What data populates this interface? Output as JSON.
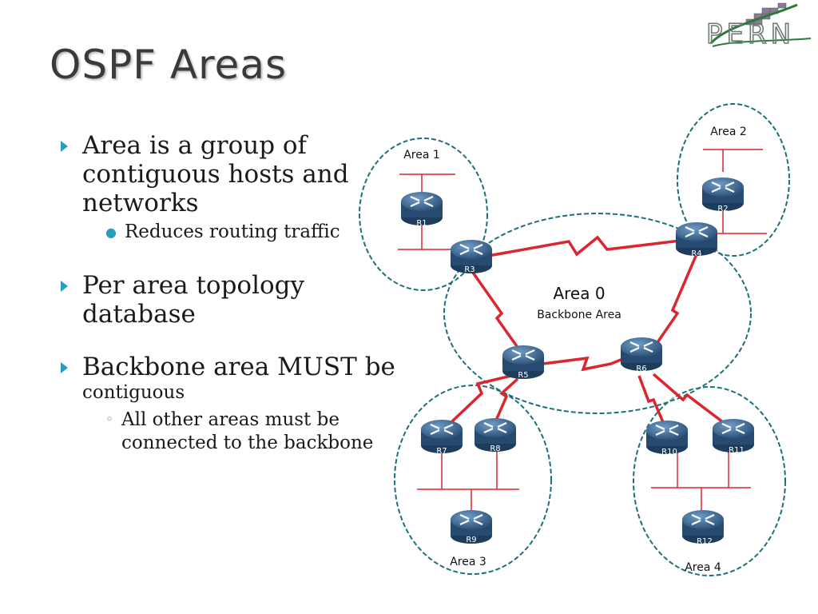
{
  "title": "OSPF Areas",
  "logo": {
    "text": "PERN"
  },
  "bullets": [
    {
      "text": "Area is a group of contiguous hosts and networks",
      "sub": [
        {
          "text": "Reduces routing traffic"
        }
      ]
    },
    {
      "text": "Per area topology database",
      "sub": []
    },
    {
      "text": "Backbone area MUST be",
      "continuation": "contiguous",
      "sub": [
        {
          "text": "All other areas must be connected to the backbone"
        }
      ]
    }
  ],
  "diagram": {
    "areas": {
      "area1": "Area 1",
      "area2": "Area 2",
      "area0": "Area 0",
      "area0_sub": "Backbone Area",
      "area3": "Area 3",
      "area4": "Area 4"
    },
    "routers": [
      "R1",
      "R2",
      "R3",
      "R4",
      "R5",
      "R6",
      "R7",
      "R8",
      "R9",
      "R10",
      "R11",
      "R12"
    ],
    "colors": {
      "link": "#d9262f",
      "area_border": "#1f6f7a",
      "router": "#2f5f86",
      "lan": "#d9262f"
    }
  }
}
